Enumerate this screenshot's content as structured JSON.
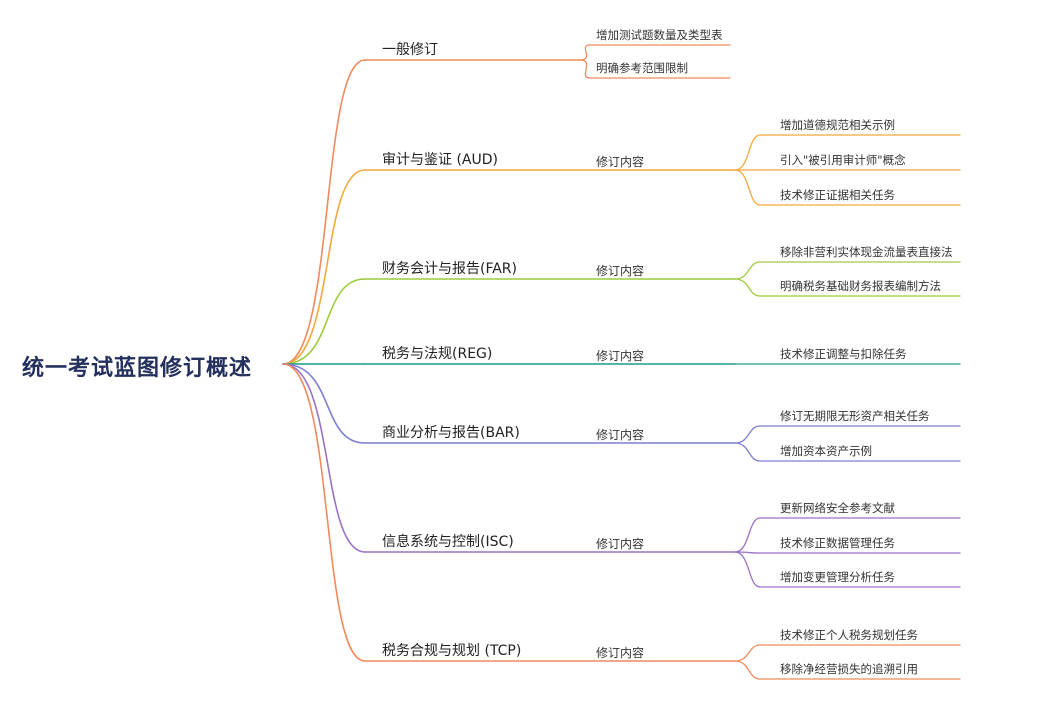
{
  "root": {
    "title": "统一考试蓝图修订概述"
  },
  "branches": [
    {
      "label": "一般修订",
      "mid": "",
      "color": "#ef8a5d",
      "leaves": [
        "增加测试题数量及类型表",
        "明确参考范围限制"
      ]
    },
    {
      "label": "审计与鉴证 (AUD)",
      "mid": "修订内容",
      "color": "#f3a93a",
      "leaves": [
        "增加道德规范相关示例",
        "引入\"被引用审计师\"概念",
        "技术修正证据相关任务"
      ]
    },
    {
      "label": "财务会计与报告(FAR)",
      "mid": "修订内容",
      "color": "#9ccc3c",
      "leaves": [
        "移除非营利实体现金流量表直接法",
        "明确税务基础财务报表编制方法"
      ]
    },
    {
      "label": "税务与法规(REG)",
      "mid": "修订内容",
      "color": "#1e9a8a",
      "leaves": [
        "技术修正调整与扣除任务"
      ]
    },
    {
      "label": "商业分析与报告(BAR)",
      "mid": "修订内容",
      "color": "#7c7fd0",
      "leaves": [
        "修订无期限无形资产相关任务",
        "增加资本资产示例"
      ]
    },
    {
      "label": "信息系统与控制(ISC)",
      "mid": "修订内容",
      "color": "#9a72c6",
      "leaves": [
        "更新网络安全参考文献",
        "技术修正数据管理任务",
        "增加变更管理分析任务"
      ]
    },
    {
      "label": "税务合规与规划 (TCP)",
      "mid": "修订内容",
      "color": "#ef8a5d",
      "leaves": [
        "技术修正个人税务规划任务",
        "移除净经营损失的追溯引用"
      ]
    }
  ]
}
